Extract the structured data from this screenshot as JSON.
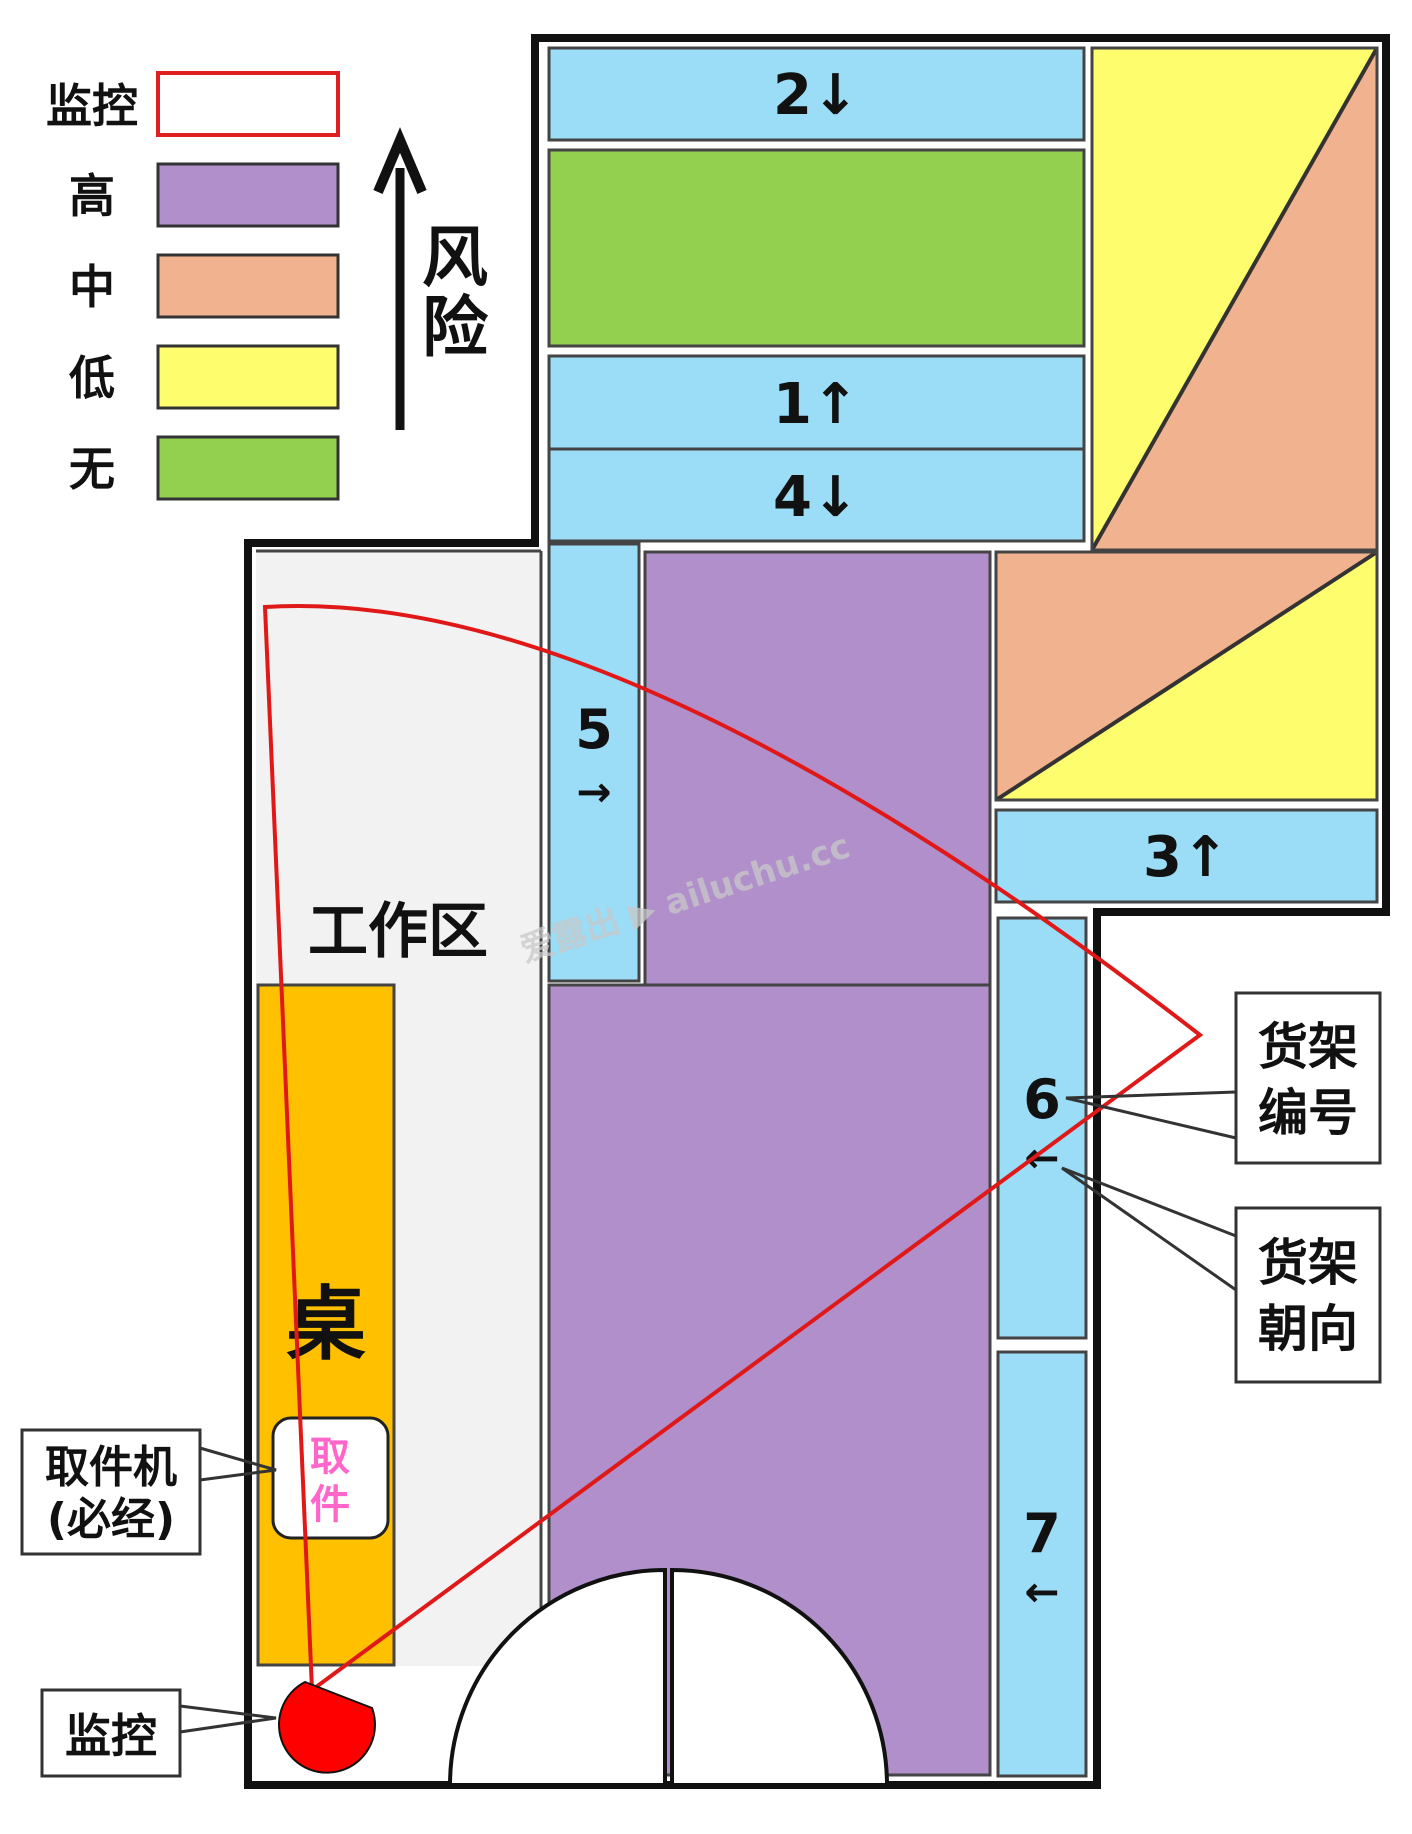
{
  "legend": {
    "items": [
      {
        "label": "监控",
        "color": "#ffffff",
        "border": "#e02020"
      },
      {
        "label": "高",
        "color": "#b08fca",
        "border": "#333333"
      },
      {
        "label": "中",
        "color": "#f1b28f",
        "border": "#333333"
      },
      {
        "label": "低",
        "color": "#fdfd6e",
        "border": "#333333"
      },
      {
        "label": "无",
        "color": "#94d050",
        "border": "#333333"
      }
    ],
    "risk_label": "风险",
    "arrow_icon": "arrow-up-icon"
  },
  "shelves": {
    "s2": "2↓",
    "s1": "1↑",
    "s4": "4↓",
    "s5_num": "5",
    "s5_dir": "→",
    "s3": "3↑",
    "s6_num": "6",
    "s6_dir": "←",
    "s7_num": "7",
    "s7_dir": "←"
  },
  "areas": {
    "work_area": "工作区",
    "desk": "桌",
    "pickup": "取件"
  },
  "callouts": {
    "pickup_machine_line1": "取件机",
    "pickup_machine_line2": "(必经)",
    "camera": "监控",
    "shelf_number_line1": "货架",
    "shelf_number_line2": "编号",
    "shelf_direction_line1": "货架",
    "shelf_direction_line2": "朝向"
  },
  "colors": {
    "shelf_blue": "#9bdcf7",
    "high_purple": "#b08fca",
    "medium_orange": "#f1b28f",
    "low_yellow": "#fdfd6e",
    "none_green": "#94d050",
    "desk_orange": "#ffc000",
    "camera_red": "#ff0000",
    "pink_text": "#ff66cc",
    "work_gray": "#f2f2f2"
  },
  "watermark": "爱露出 ▶ ailuchu.cc"
}
